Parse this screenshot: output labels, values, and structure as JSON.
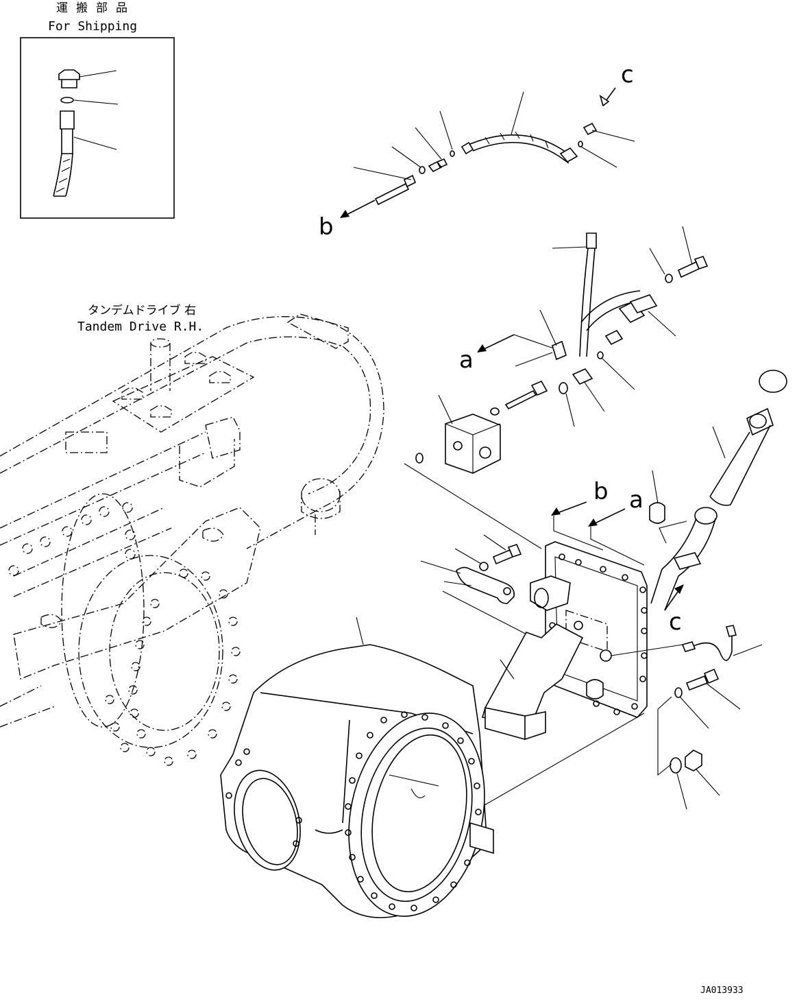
{
  "shipping": {
    "title_jp": "運搬部品",
    "title_en": "For Shipping"
  },
  "tandem": {
    "title_jp": "タンデムドライブ 右",
    "title_en": "Tandem Drive R.H."
  },
  "refs": {
    "a": "a",
    "b": "b",
    "c": "c"
  },
  "drawing_code": "JA013933"
}
